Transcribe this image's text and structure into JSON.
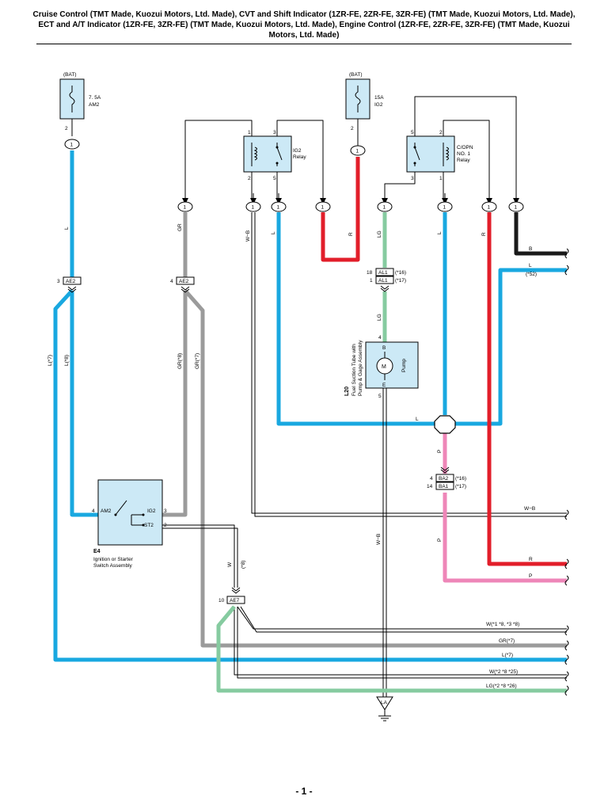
{
  "title": "Cruise Control (TMT Made, Kuozui Motors, Ltd. Made), CVT and Shift Indicator (1ZR-FE, 2ZR-FE, 3ZR-FE) (TMT Made, Kuozui Motors, Ltd. Made), ECT and A/T Indicator (1ZR-FE, 3ZR-FE) (TMT Made, Kuozui Motors, Ltd. Made), Engine Control (1ZR-FE, 2ZR-FE, 3ZR-FE) (TMT Made, Kuozui Motors, Ltd. Made)",
  "page_number": "- 1 -",
  "colors": {
    "L": "#19a8e0",
    "R": "#e21e2a",
    "GR": "#9b9b9b",
    "LG": "#86cba0",
    "P": "#ee86b8",
    "B": "#1a1a1a",
    "W": "#ffffff",
    "component_fill": "#cce9f6"
  },
  "fuses": {
    "am2": {
      "source": "(BAT)",
      "rating": "7. 5A",
      "name": "AM2",
      "pin": "2"
    },
    "ig2": {
      "source": "(BAT)",
      "rating": "15A",
      "name": "IG2",
      "pin": "2"
    }
  },
  "relays": {
    "ig2": {
      "name_line1": "IG2",
      "name_line2": "Relay",
      "pins": [
        "1",
        "3",
        "2",
        "5"
      ]
    },
    "copn": {
      "name_line1": "C/OPN",
      "name_line2": "NO. 1",
      "name_line3": "Relay",
      "pins": [
        "5",
        "2",
        "3",
        "1"
      ]
    }
  },
  "junction_label": "1",
  "wire_labels": {
    "am2_out": "L",
    "gr_drop": "GR",
    "wb_drop": "W−B",
    "l_drop": "L",
    "r_drop_ig2": "R",
    "lg_drop": "LG",
    "l_drop_copn": "L",
    "r_drop_copn": "R",
    "ae2_left_a": "L(*7)",
    "ae2_left_b": "L(*8)",
    "ae2_right_a": "GR(*8)",
    "ae2_right_b": "GR(*7)",
    "lg_pump": "LG",
    "l_horizontal": "L",
    "p_a": "P",
    "p_b": "P",
    "wb_pump": "W−B",
    "w_st2": "W",
    "st2_note": "(*8)"
  },
  "connectors": {
    "ae2_left": {
      "pin": "3",
      "name": "AE2"
    },
    "ae2_right": {
      "pin": "4",
      "name": "AE2"
    },
    "al1_a": {
      "pin": "18",
      "name": "AL1",
      "note": "(*16)"
    },
    "al1_b": {
      "pin": "1",
      "name": "AL1",
      "note": "(*17)"
    },
    "ba2": {
      "pin": "4",
      "name": "BA2",
      "note": "(*16)"
    },
    "ba1": {
      "pin": "14",
      "name": "BA1",
      "note": "(*17)"
    },
    "ae7": {
      "pin": "10",
      "name": "AE7"
    }
  },
  "pump": {
    "code": "L20",
    "name_line1": "Fuel Suction Tube with",
    "name_line2": "Pump & Gage Assembly",
    "terminal_b": "B",
    "terminal_e": "E",
    "pin_b": "4",
    "pin_e": "5",
    "motor": "M",
    "label": "Pump"
  },
  "switch": {
    "code": "E4",
    "name_line1": "Ignition or Starter",
    "name_line2": "Switch Assembly",
    "am2_pin": "4",
    "am2": "AM2",
    "ig2": "IG2",
    "ig2_pin": "3",
    "st2": "ST2",
    "st2_pin": "2"
  },
  "ground": {
    "name": "LA"
  },
  "right_edge_labels": [
    {
      "text": "B",
      "wire": "B"
    },
    {
      "text": "L",
      "wire": "L"
    },
    {
      "text": "(*52)",
      "wire": ""
    },
    {
      "text": "W−B",
      "wire": "W-B"
    },
    {
      "text": "R",
      "wire": "R"
    },
    {
      "text": "P",
      "wire": "P"
    },
    {
      "text": "W(*1 *8, *3 *8)",
      "wire": "W"
    },
    {
      "text": "GR(*7)",
      "wire": "GR"
    },
    {
      "text": "L(*7)",
      "wire": "L"
    },
    {
      "text": "W(*2 *8 *25)",
      "wire": "W"
    },
    {
      "text": "LG(*2 *8 *26)",
      "wire": "LG"
    }
  ]
}
